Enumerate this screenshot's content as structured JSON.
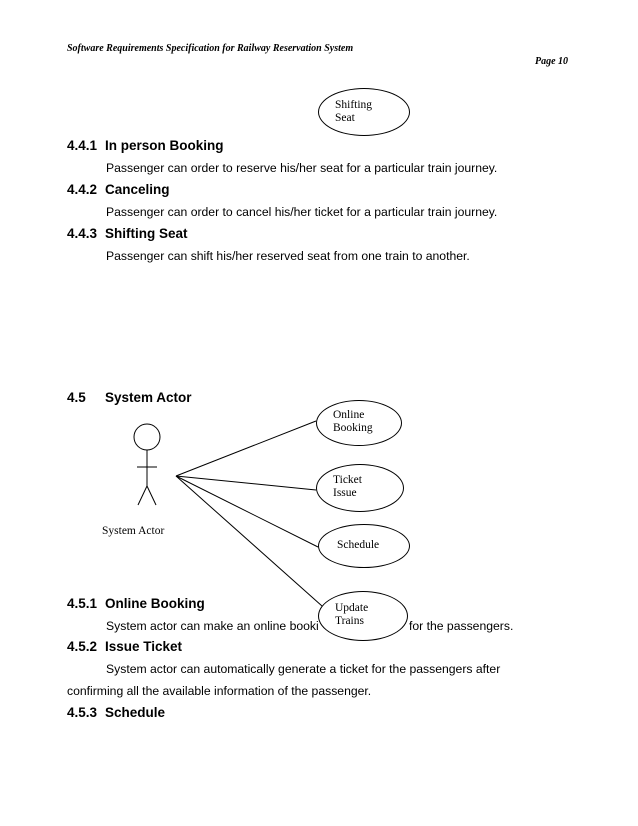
{
  "header": {
    "title": "Software Requirements Specification for Railway Reservation System",
    "page": "Page 10"
  },
  "top_usecase": "Shifting\nSeat",
  "sections": [
    {
      "num": "4.4.1",
      "title": "In person Booking",
      "text": "Passenger can order to reserve his/her seat for a particular train journey."
    },
    {
      "num": "4.4.2",
      "title": "Canceling",
      "text": "Passenger can order to cancel his/her ticket for a particular train journey."
    },
    {
      "num": "4.4.3",
      "title": "Shifting Seat",
      "text": "Passenger can shift his/her reserved seat from one train to another."
    }
  ],
  "system_actor": {
    "num": "4.5",
    "title": "System Actor",
    "actor_label": "System Actor",
    "usecases": [
      "Online\nBooking",
      "Ticket\nIssue",
      "Schedule",
      "Update\nTrains"
    ]
  },
  "subsections": [
    {
      "num": "4.5.1",
      "title": "Online Booking",
      "text_before": "System actor can make an online booki",
      "text_after": "for the passengers."
    },
    {
      "num": "4.5.2",
      "title": "Issue Ticket",
      "text_line1": "System actor can automatically generate a ticket for the passengers after",
      "text_line2": "confirming all the available information of the passenger."
    },
    {
      "num": "4.5.3",
      "title": "Schedule"
    }
  ]
}
